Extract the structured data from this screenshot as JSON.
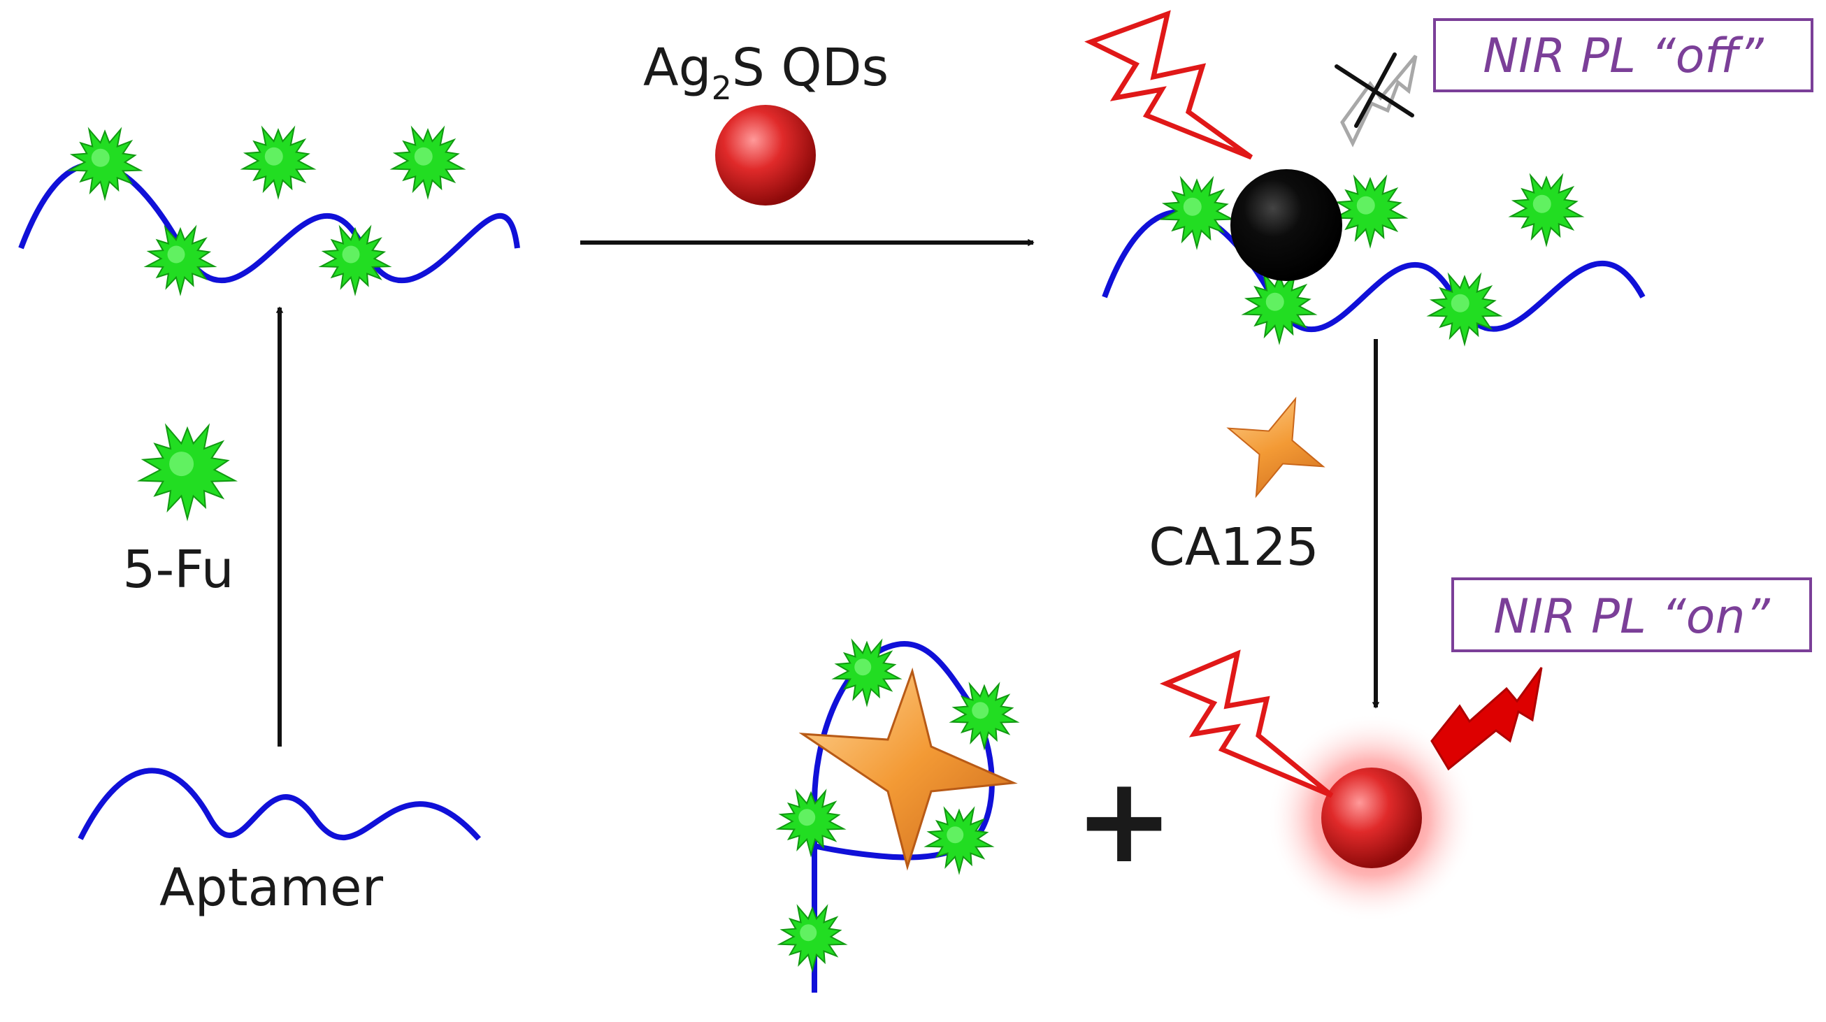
{
  "labels": {
    "qd_label_main": "Ag",
    "qd_label_sub": "2",
    "qd_label_tail": "S QDs",
    "drug": "5-Fu",
    "target": "CA125",
    "aptamer": "Aptamer",
    "plus": "+",
    "pl_off": "NIR PL “off”",
    "pl_on": "NIR PL “on”"
  },
  "colors": {
    "aptamer_strand": "#1010d8",
    "drug_star": "#22dd22",
    "qd_red": "#d82020",
    "qd_quenched": "#050505",
    "target_star": "#f0a040",
    "lightning_outline": "#e01818",
    "lightning_filled": "#dd0000",
    "emission_quenched": "#a8a8a8",
    "label_box": "#7b3f98",
    "arrow": "#111111"
  }
}
